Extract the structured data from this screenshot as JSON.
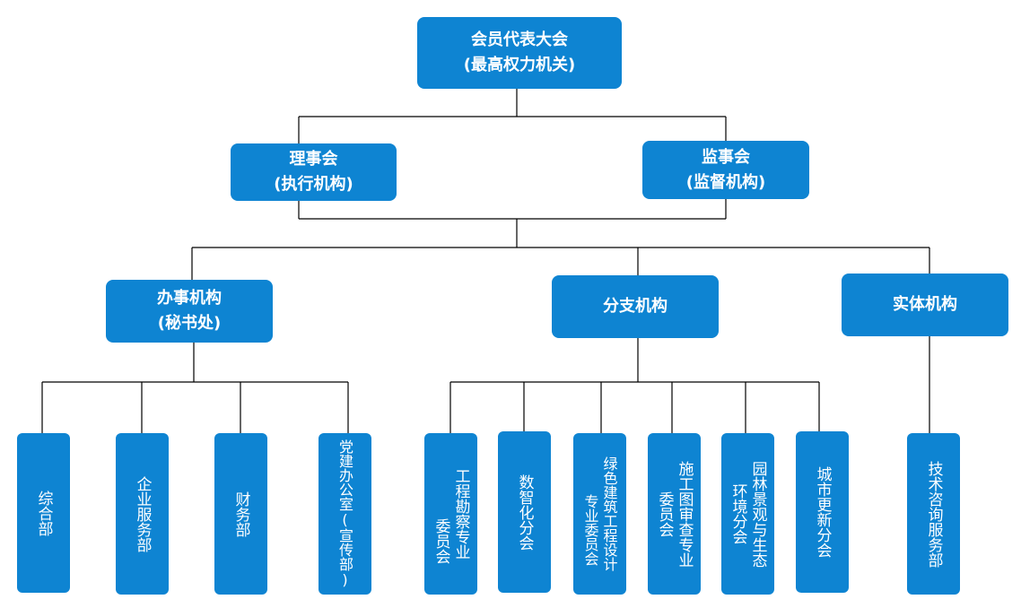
{
  "colors": {
    "box": "#0e84d2",
    "line": "#000000"
  },
  "root": {
    "title": "会员代表大会",
    "subtitle": "(最高权力机关)"
  },
  "council": {
    "title": "理事会",
    "subtitle": "(执行机构)"
  },
  "supervisory": {
    "title": "监事会",
    "subtitle": "(监督机构)"
  },
  "office": {
    "title": "办事机构",
    "subtitle": "(秘书处)"
  },
  "branches": {
    "title": "分支机构"
  },
  "entities": {
    "title": "实体机构"
  },
  "office_depts": [
    {
      "col1": "综合部"
    },
    {
      "col1": "企业服务部"
    },
    {
      "col1": "财务部"
    },
    {
      "col1": "党建办公室(宣传部)"
    }
  ],
  "branch_units": [
    {
      "col1": "工程勘察专业",
      "col2": "委员会"
    },
    {
      "col1": "数智化分会"
    },
    {
      "col1": "绿色建筑工程设计",
      "col2": "专业委员会"
    },
    {
      "col1": "施工图审查专业",
      "col2": "委员会"
    },
    {
      "col1": "园林景观与生态",
      "col2": "环境分会"
    },
    {
      "col1": "城市更新分会"
    }
  ],
  "entity_units": [
    {
      "col1": "技术咨询服务部"
    }
  ]
}
